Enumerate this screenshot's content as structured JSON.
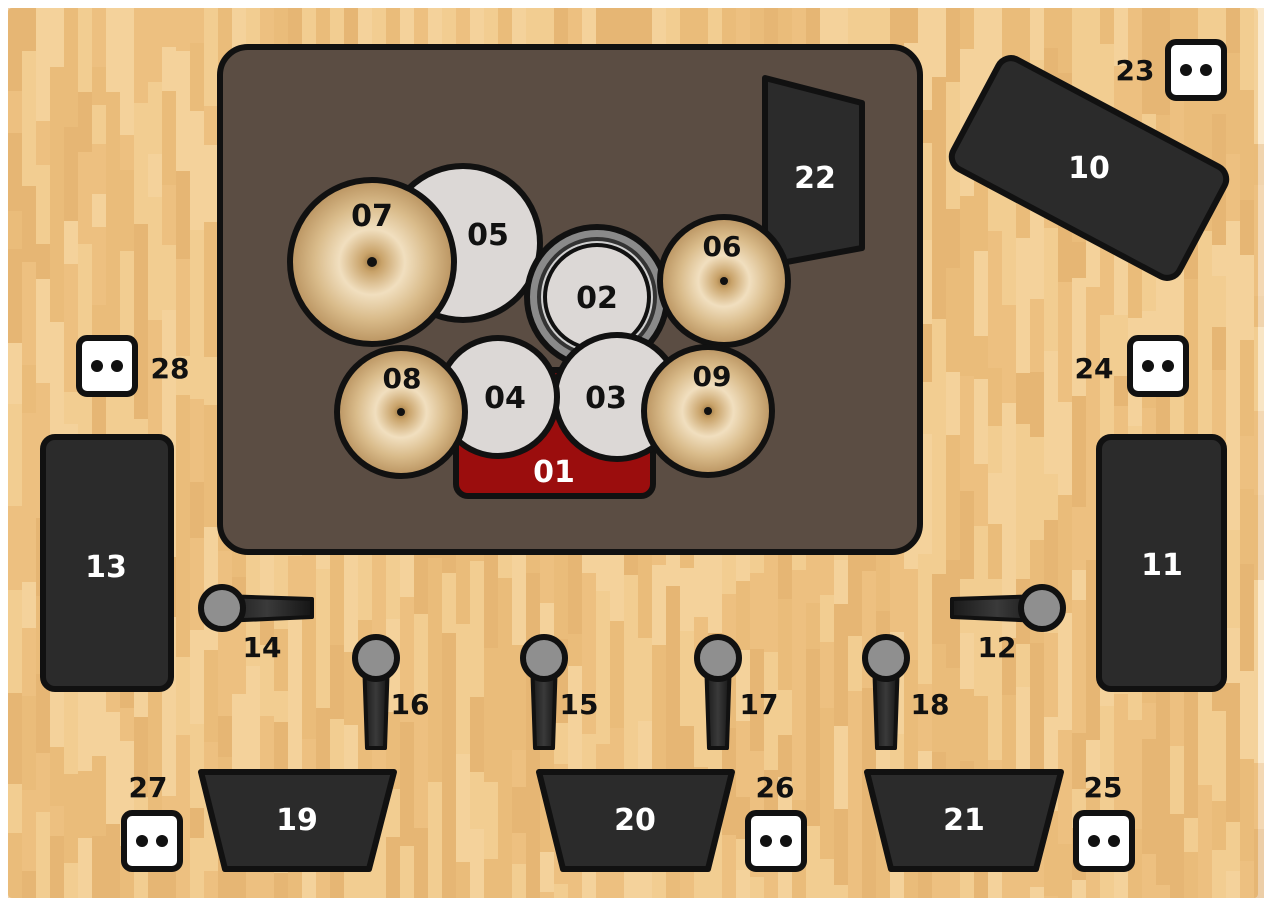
{
  "stage": {
    "floor": "wood-floor",
    "rug": "drum-rug"
  },
  "colors": {
    "floor_light": "#f3cf95",
    "floor_mid": "#e9b877",
    "floor_dark": "#dca560",
    "rug": "#5b4d43",
    "outline": "#111111",
    "drum_head": "#dcd8d6",
    "cymbal_light": "#f1dfbf",
    "cymbal_dark": "#b99360",
    "kick": "#9b0d0d",
    "amp": "#2b2b2b",
    "mic": "#8f8f8f",
    "box": "#ffffff"
  },
  "items": {
    "kick": "01",
    "snare": "02",
    "tom_right": "03",
    "tom_left": "04",
    "floor_tom": "05",
    "cymbal_06": "06",
    "cymbal_07": "07",
    "cymbal_08": "08",
    "cymbal_09": "09",
    "keyboard_10": "10",
    "cabinet_11": "11",
    "mic_12": "12",
    "cabinet_13": "13",
    "mic_14": "14",
    "mic_15": "15",
    "mic_16": "16",
    "mic_17": "17",
    "mic_18": "18",
    "monitor_19": "19",
    "monitor_20": "20",
    "monitor_21": "21",
    "amp_22": "22",
    "box_23": "23",
    "box_24": "24",
    "box_25": "25",
    "box_26": "26",
    "box_27": "27",
    "box_28": "28"
  }
}
